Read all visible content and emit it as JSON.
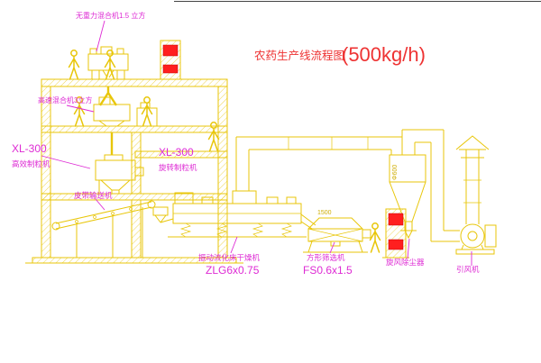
{
  "title": {
    "name": "农药生产线流程图",
    "capacity": "(500kg/h)"
  },
  "labels": {
    "top_mixer": "无重力混合机1.5 立方",
    "high_speed_mixer": "高速混合机3立方",
    "left_granulator_model": "XL-300",
    "left_granulator_name": "高效制粒机",
    "mid_granulator_model": "XL-300",
    "mid_granulator_name": "旋转制粒机",
    "belt_conveyor": "皮带输送机",
    "dryer_name": "振动流化床干燥机",
    "dryer_model": "ZLG6x0.75",
    "sieve_name": "方形筛选机",
    "sieve_model": "FS0.6x1.5",
    "cyclone_name": "旋风除尘器",
    "fan_name": "引风机"
  },
  "annotations": {
    "sieve_dimension": "1500",
    "pipe_diameter": "Φ600"
  },
  "colors": {
    "cad_line": "#e8c609",
    "label_magenta": "#de2bd4",
    "title_red": "#ee3333",
    "panel_screen_red": "#ff1f1f",
    "background": "#ffffff"
  }
}
